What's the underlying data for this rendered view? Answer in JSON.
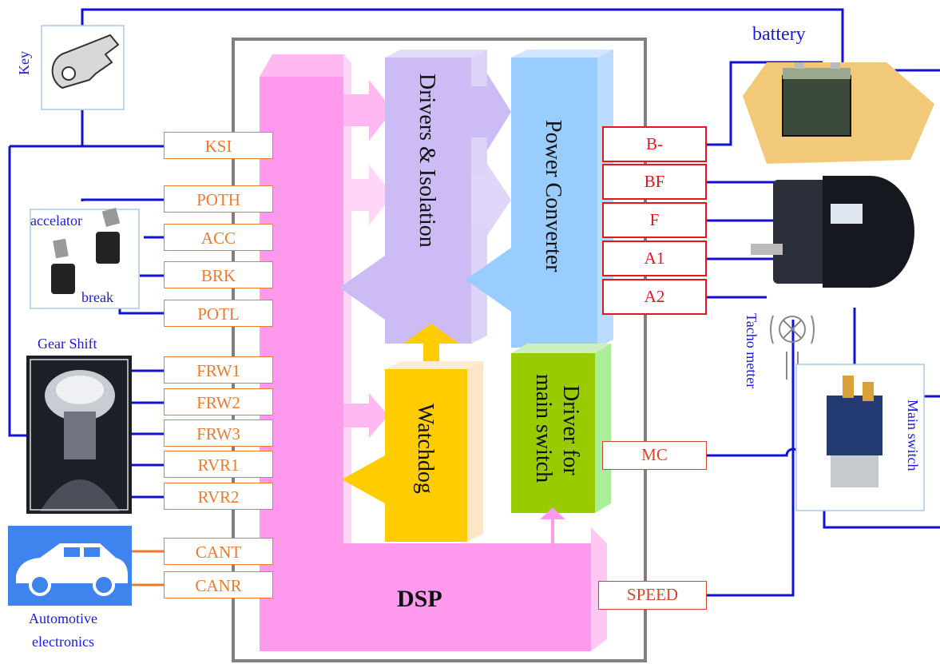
{
  "dsp": {
    "label": "DSP"
  },
  "blocks": {
    "drivers": "Drivers & Isolation",
    "power": "Power Converter",
    "watchdog": "Watchdog",
    "main_driver_line1": "Driver for",
    "main_driver_line2": "main switch"
  },
  "left_pins": [
    "KSI",
    "POTH",
    "ACC",
    "BRK",
    "POTL",
    "FRW1",
    "FRW2",
    "FRW3",
    "RVR1",
    "RVR2",
    "CANT",
    "CANR"
  ],
  "right_pins": [
    "B-",
    "BF",
    "F",
    "A1",
    "A2"
  ],
  "other_pins": {
    "mc": "MC",
    "speed": "SPEED"
  },
  "labels": {
    "key": "Key",
    "battery": "battery",
    "accelerator": "accelator",
    "brake": "break",
    "gear_shift": "Gear Shift",
    "automotive_line1": "Automotive",
    "automotive_line2": "electronics",
    "tacho": "Tacho metter",
    "main_switch": "Main switch"
  },
  "colors": {
    "dsp": "#ff99ee",
    "drivers": "#ccbbf5",
    "power": "#99ccff",
    "watchdog": "#ffcc00",
    "main_driver": "#99cc00",
    "wire": "#1212d6",
    "pin_orange": "#f07a2c",
    "pin_red": "#e8151b"
  }
}
